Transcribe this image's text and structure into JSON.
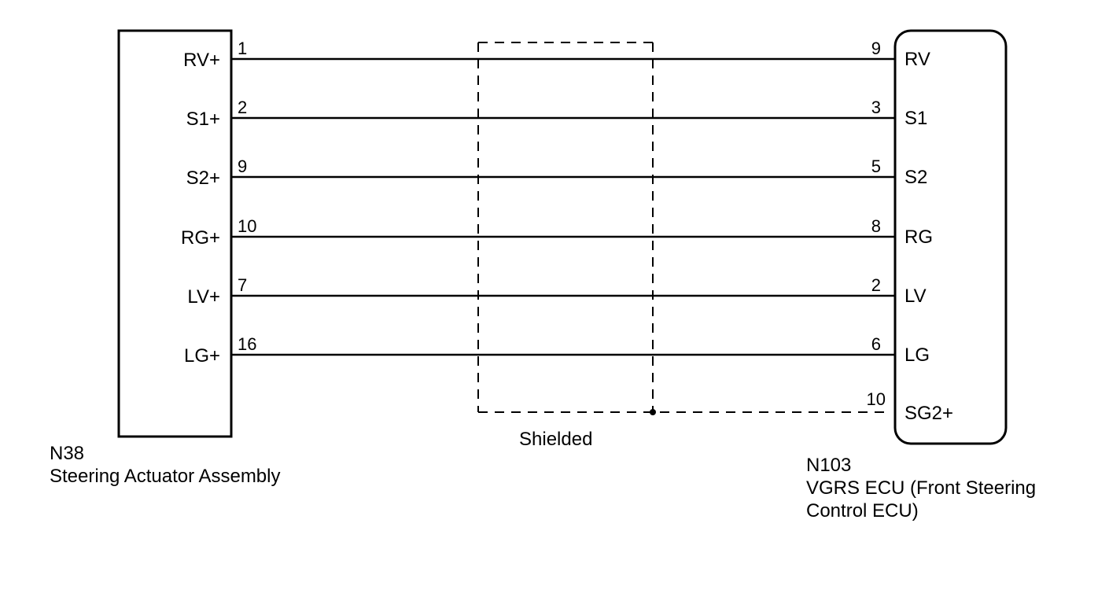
{
  "left_component": {
    "code": "N38",
    "name": "Steering Actuator Assembly"
  },
  "right_component": {
    "code": "N103",
    "name_line1": "VGRS ECU (Front Steering",
    "name_line2": "Control ECU)"
  },
  "shield_label": "Shielded",
  "wires": [
    {
      "left_terminal": "RV+",
      "left_pin": "1",
      "right_pin": "9",
      "right_terminal": "RV"
    },
    {
      "left_terminal": "S1+",
      "left_pin": "2",
      "right_pin": "3",
      "right_terminal": "S1"
    },
    {
      "left_terminal": "S2+",
      "left_pin": "9",
      "right_pin": "5",
      "right_terminal": "S2"
    },
    {
      "left_terminal": "RG+",
      "left_pin": "10",
      "right_pin": "8",
      "right_terminal": "RG"
    },
    {
      "left_terminal": "LV+",
      "left_pin": "7",
      "right_pin": "2",
      "right_terminal": "LV"
    },
    {
      "left_terminal": "LG+",
      "left_pin": "16",
      "right_pin": "6",
      "right_terminal": "LG"
    }
  ],
  "shield_ground": {
    "right_pin": "10",
    "right_terminal": "SG2+"
  }
}
